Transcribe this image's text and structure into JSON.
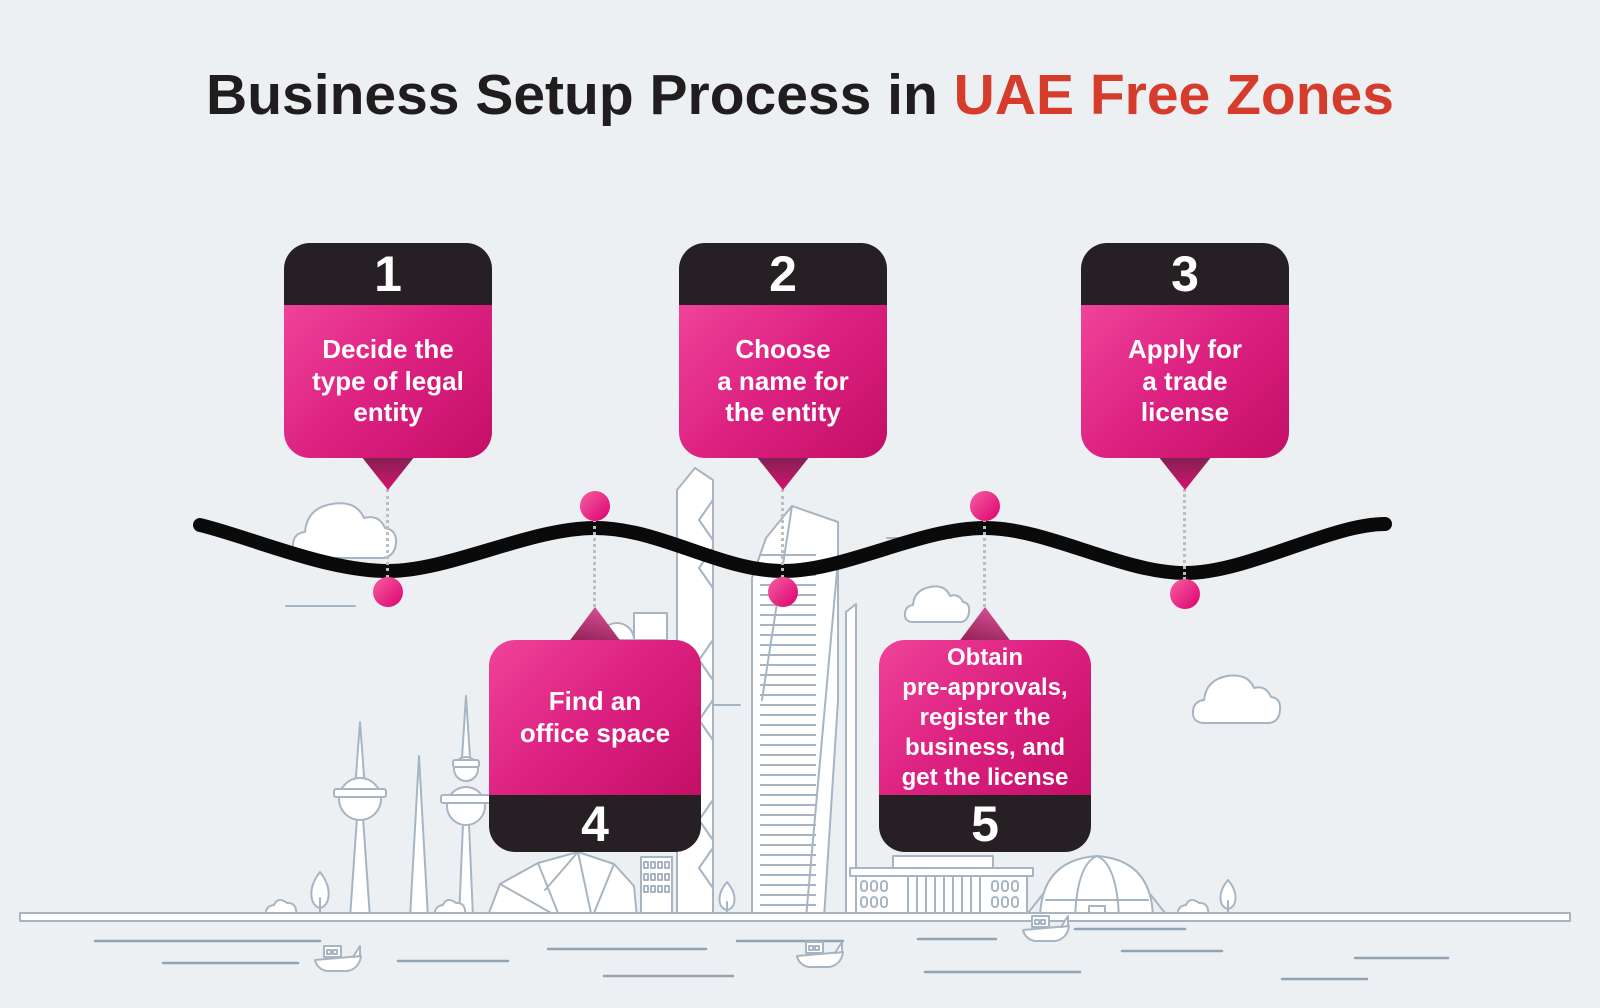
{
  "title": {
    "prefix": "Business Setup Process in",
    "highlight": "UAE Free Zones"
  },
  "steps": [
    {
      "number": "1",
      "label": "Decide the\ntype of legal\nentity",
      "position": "top"
    },
    {
      "number": "2",
      "label": "Choose\na name for\nthe entity",
      "position": "top"
    },
    {
      "number": "3",
      "label": "Apply for\na trade\nlicense",
      "position": "top"
    },
    {
      "number": "4",
      "label": "Find an\noffice space",
      "position": "bottom"
    },
    {
      "number": "5",
      "label": "Obtain\npre-approvals,\nregister the\nbusiness, and\nget the license",
      "position": "bottom"
    }
  ],
  "colors": {
    "background": "#edf0f3",
    "title_text": "#211d1e",
    "title_accent": "#d53c2b",
    "card_number_panel": "#262025",
    "card_pink_light": "#ef4399",
    "card_pink_dark": "#c30f66",
    "timeline_line": "#0a0a0b",
    "timeline_dot": "#df0a75",
    "connector_dots": "#bdbdbd",
    "skyline_stroke": "#a7b5c2"
  }
}
